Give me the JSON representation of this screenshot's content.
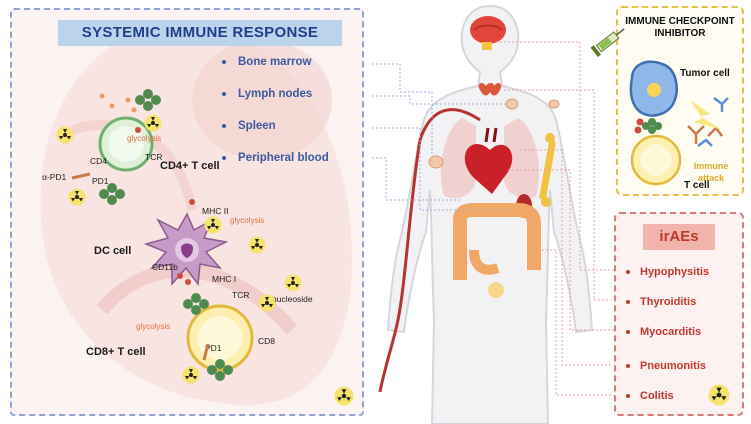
{
  "left_panel": {
    "title": "SYSTEMIC IMMUNE RESPONSE",
    "labels": {
      "cd4_t_cell": "CD4+ T cell",
      "cd4": "CD4",
      "pd1_top": "PD1",
      "alpha_pd1": "α-PD1",
      "tcr_top": "TCR",
      "mhc2": "MHC II",
      "dc_cell": "DC cell",
      "cd11b": "CD11b",
      "mhc1": "MHC I",
      "tcr_bottom": "TCR",
      "nucleoside": "nucleoside",
      "cd8_t_cell": "CD8+ T cell",
      "pd1_bottom": "PD1",
      "cd8": "CD8",
      "glycolysis_1": "glycolysis",
      "glycolysis_2": "glycolysis",
      "glycolysis_3": "glycolysis"
    }
  },
  "organs": [
    {
      "label": "Bone marrow"
    },
    {
      "label": "Lymph nodes"
    },
    {
      "label": "Spleen"
    },
    {
      "label": "Peripheral blood"
    }
  ],
  "ici_panel": {
    "title": "IMMUNE CHECKPOINT INHIBITOR",
    "tumor_cell": "Tumor cell",
    "immune_attack": "Immune attack",
    "t_cell": "T cell"
  },
  "irae_panel": {
    "title": "irAEs",
    "items": [
      {
        "label": "Hypophysitis"
      },
      {
        "label": "Thyroiditis"
      },
      {
        "label": "Myocarditis"
      },
      {
        "label": "Pneumonitis"
      },
      {
        "label": "Colitis"
      }
    ]
  },
  "colors": {
    "left_border": "#8ea3d4",
    "title_bg": "#bcd3ec",
    "title_text": "#1f3f8a",
    "organ_text": "#3b5aa0",
    "ici_border": "#e3c24c",
    "irae_border": "#d97a7a",
    "irae_text": "#c0392b",
    "cd4_cell": "#6fb06f",
    "dc_cell": "#a66fa6",
    "cd8_cell": "#f2d35a",
    "tumor_cell": "#5b8fd6"
  },
  "icons": [
    "radiation-icon",
    "syringe-icon",
    "brain-icon",
    "thyroid-icon",
    "heart-icon",
    "lung-icon",
    "colon-icon",
    "bone-icon",
    "spleen-icon"
  ]
}
